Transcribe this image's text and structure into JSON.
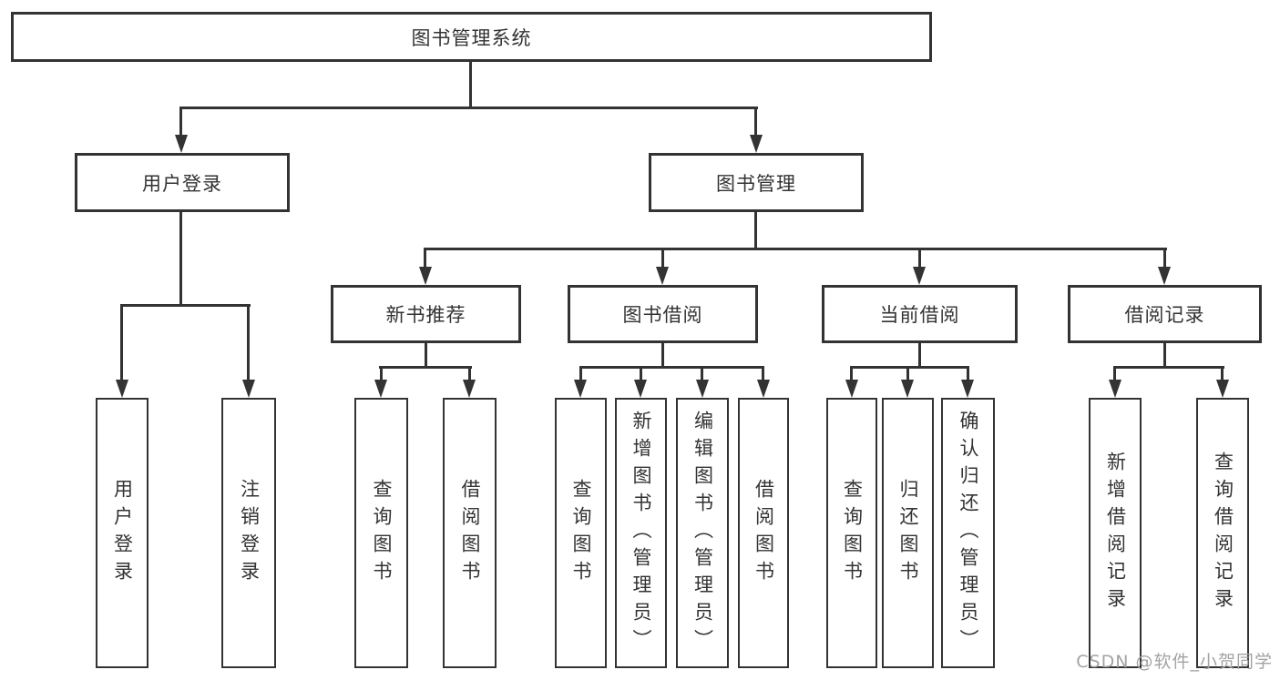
{
  "colors": {
    "line": "#333333",
    "text": "#333333",
    "background": "#ffffff",
    "watermark": "#a3a3a3"
  },
  "watermark": {
    "text": "CSDN @软件_小贺同学"
  },
  "tree": {
    "root": {
      "label": "图书管理系统",
      "children": [
        {
          "label": "用户登录",
          "children": [
            {
              "label": "用户登录"
            },
            {
              "label": "注销登录"
            }
          ]
        },
        {
          "label": "图书管理",
          "children": [
            {
              "label": "新书推荐",
              "children": [
                {
                  "label": "查询图书"
                },
                {
                  "label": "借阅图书"
                }
              ]
            },
            {
              "label": "图书借阅",
              "children": [
                {
                  "label": "查询图书"
                },
                {
                  "label": "新增图书（管理员）"
                },
                {
                  "label": "编辑图书（管理员）"
                },
                {
                  "label": "借阅图书"
                }
              ]
            },
            {
              "label": "当前借阅",
              "children": [
                {
                  "label": "查询图书"
                },
                {
                  "label": "归还图书"
                },
                {
                  "label": "确认归还（管理员）"
                }
              ]
            },
            {
              "label": "借阅记录",
              "children": [
                {
                  "label": "新增借阅记录"
                },
                {
                  "label": "查询借阅记录"
                }
              ]
            }
          ]
        }
      ]
    }
  }
}
